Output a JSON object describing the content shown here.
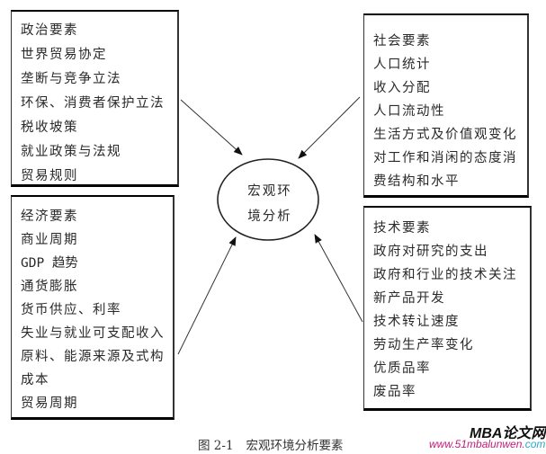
{
  "center": {
    "line1": "宏观环",
    "line2": "境分析"
  },
  "boxes": {
    "political": {
      "items": [
        "政治要素",
        "世界贸易协定",
        "垄断与竞争立法",
        "环保、消费者保护立法",
        "税收坡策",
        "就业政策与法规",
        "贸易规则"
      ]
    },
    "social": {
      "items": [
        "社会要素",
        "人口统计",
        "收入分配",
        "人口流动性",
        "生活方式及价值观变化",
        "对工作和消闲的态度消",
        "费结构和水平"
      ]
    },
    "economic": {
      "items": [
        "经济要素",
        "商业周期",
        "GDP 趋势",
        "通货膨胀",
        "货币供应、利率",
        "失业与就业可支配收入",
        "原料、能源来源及式构",
        "成本",
        "贸易周期"
      ]
    },
    "technological": {
      "items": [
        "技术要素",
        "政府对研究的支出",
        "政府和行业的技术关注",
        "新产品开发",
        "技术转让速度",
        "劳动生产率变化",
        "优质品率",
        "废品率"
      ]
    }
  },
  "caption": {
    "number": "图 2-1",
    "title": "宏观环境分析要素"
  },
  "watermark": {
    "title": "MBA论文网",
    "url_main": "www.51mbalunwen.",
    "url_tld": "com"
  },
  "colors": {
    "line": "#333333",
    "box_border": "#000000",
    "watermark_url": "#c0207a",
    "watermark_tld": "#2aa8c8"
  }
}
